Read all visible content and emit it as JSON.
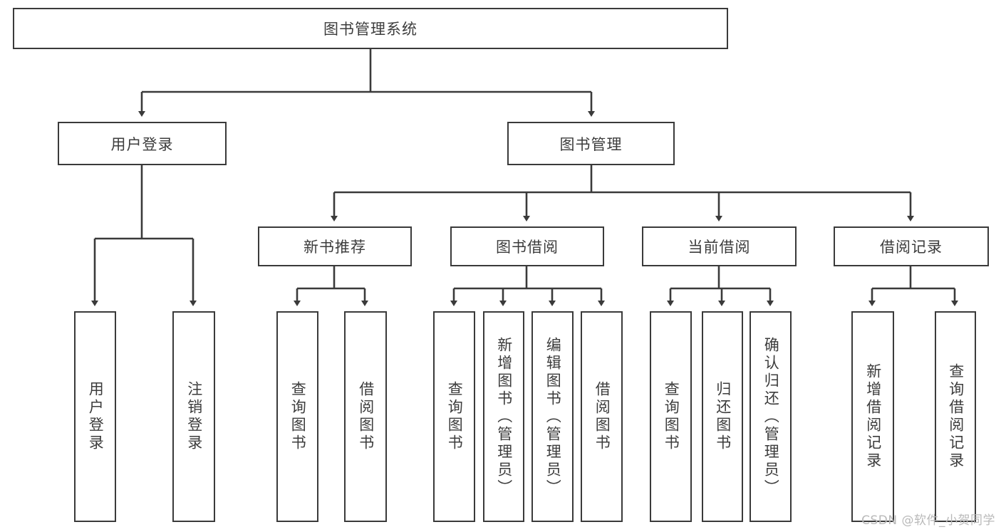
{
  "diagram": {
    "type": "hierarchy-tree",
    "title": "图书管理系统",
    "watermark": "CSDN @软件_小贺同学",
    "colors": {
      "box_border": "#3a3a3a",
      "box_fill": "#ffffff",
      "edge": "#3a3a3a",
      "text": "#3c3c3c",
      "watermark": "#b9b9b9",
      "background": "#ffffff"
    },
    "root": {
      "label": "图书管理系统"
    },
    "level1": [
      {
        "label": "用户登录"
      },
      {
        "label": "图书管理"
      }
    ],
    "level2": [
      {
        "label": "新书推荐"
      },
      {
        "label": "图书借阅"
      },
      {
        "label": "当前借阅"
      },
      {
        "label": "借阅记录"
      }
    ],
    "leaves": {
      "user_login": [
        {
          "label": "用户登录"
        },
        {
          "label": "注销登录"
        }
      ],
      "new_book_recommend": [
        {
          "label": "查询图书"
        },
        {
          "label": "借阅图书"
        }
      ],
      "book_borrow": [
        {
          "label": "查询图书"
        },
        {
          "label": "新增图书（管理员）"
        },
        {
          "label": "编辑图书（管理员）"
        },
        {
          "label": "借阅图书"
        }
      ],
      "current_borrow": [
        {
          "label": "查询图书"
        },
        {
          "label": "归还图书"
        },
        {
          "label": "确认归还（管理员）"
        }
      ],
      "borrow_record": [
        {
          "label": "新增借阅记录"
        },
        {
          "label": "查询借阅记录"
        }
      ]
    }
  }
}
